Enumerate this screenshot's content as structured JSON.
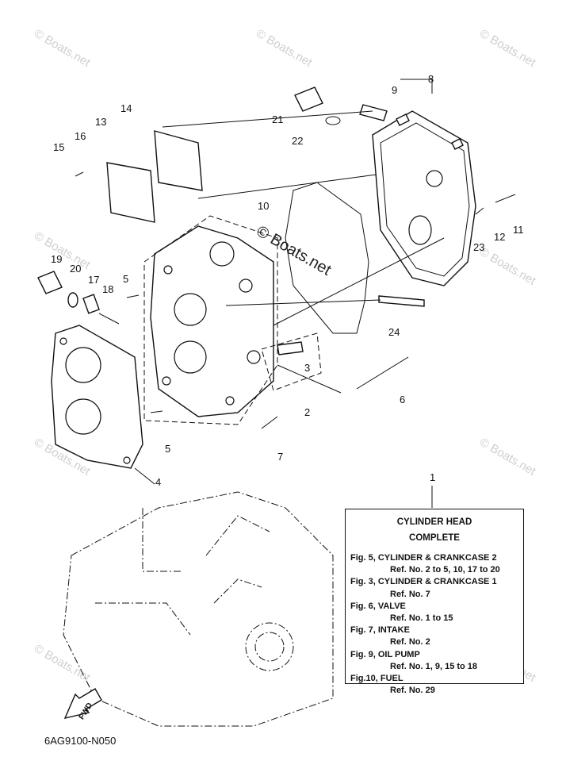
{
  "diagram": {
    "code": "6AG9100-N050",
    "fwd_label": "FWD",
    "watermark": "© Boats.net"
  },
  "callouts": [
    "1",
    "2",
    "3",
    "4",
    "5",
    "5",
    "6",
    "7",
    "8",
    "9",
    "10",
    "11",
    "12",
    "13",
    "14",
    "15",
    "16",
    "17",
    "18",
    "19",
    "20",
    "21",
    "22",
    "23",
    "24"
  ],
  "infobox": {
    "title_line1": "CYLINDER HEAD",
    "title_line2": "COMPLETE",
    "lines": [
      {
        "text": "Fig. 5, CYLINDER & CRANKCASE 2",
        "indent": false
      },
      {
        "text": "Ref. No. 2 to 5, 10, 17 to 20",
        "indent": true
      },
      {
        "text": "Fig. 3, CYLINDER & CRANKCASE 1",
        "indent": false
      },
      {
        "text": "Ref. No. 7",
        "indent": true
      },
      {
        "text": "Fig. 6, VALVE",
        "indent": false
      },
      {
        "text": "Ref. No. 1 to 15",
        "indent": true
      },
      {
        "text": "Fig. 7, INTAKE",
        "indent": false
      },
      {
        "text": "Ref. No. 2",
        "indent": true
      },
      {
        "text": "Fig. 9, OIL PUMP",
        "indent": false
      },
      {
        "text": "Ref. No. 1, 9, 15 to 18",
        "indent": true
      },
      {
        "text": "Fig.10, FUEL",
        "indent": false
      },
      {
        "text": "Ref. No. 29",
        "indent": true
      }
    ]
  }
}
